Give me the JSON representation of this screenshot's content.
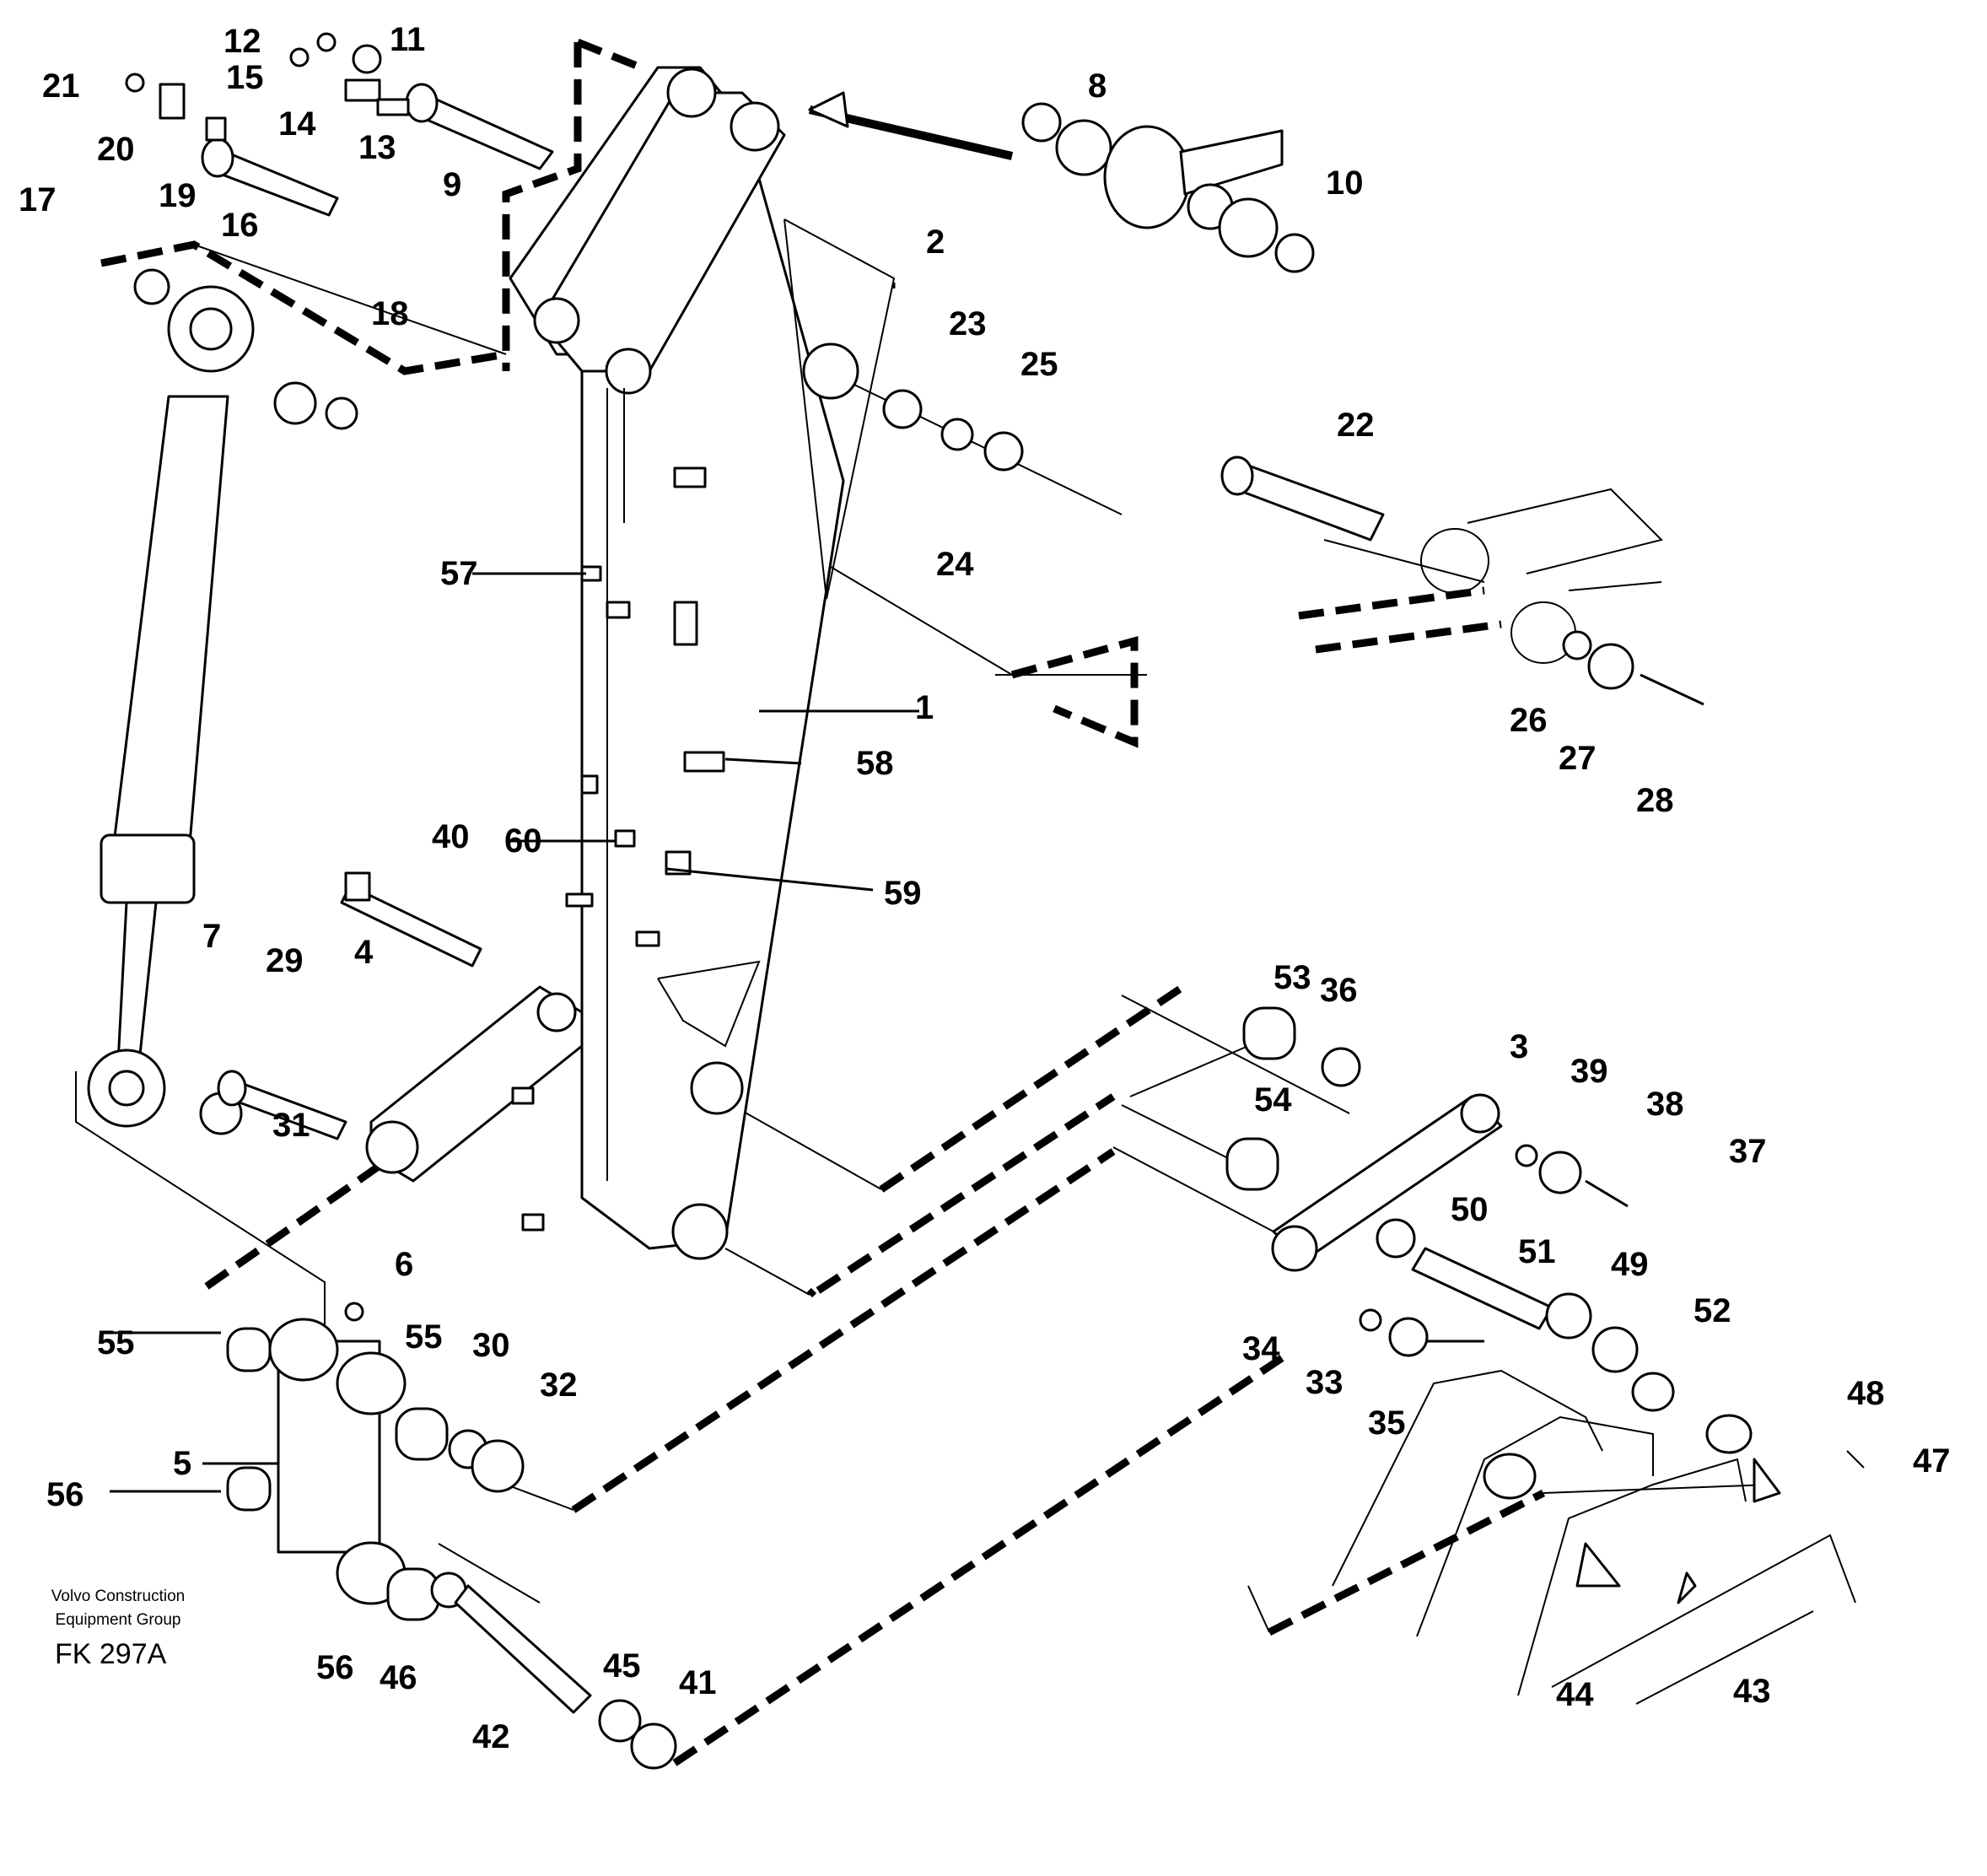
{
  "caption": {
    "line1": "Volvo Construction",
    "line2": "Equipment Group",
    "code": "FK 297A"
  },
  "callouts": {
    "c1": "1",
    "c2": "2",
    "c3": "3",
    "c4": "4",
    "c5": "5",
    "c6": "6",
    "c7": "7",
    "c8": "8",
    "c9": "9",
    "c10": "10",
    "c11": "11",
    "c12": "12",
    "c13": "13",
    "c14": "14",
    "c15": "15",
    "c16": "16",
    "c17": "17",
    "c18": "18",
    "c19": "19",
    "c20": "20",
    "c21": "21",
    "c22": "22",
    "c23": "23",
    "c24": "24",
    "c25": "25",
    "c26": "26",
    "c27": "27",
    "c28": "28",
    "c29": "29",
    "c30": "30",
    "c31": "31",
    "c32": "32",
    "c33": "33",
    "c34": "34",
    "c35": "35",
    "c36": "36",
    "c37": "37",
    "c38": "38",
    "c39": "39",
    "c40": "40",
    "c41": "41",
    "c42": "42",
    "c43": "43",
    "c44": "44",
    "c45": "45",
    "c46": "46",
    "c47": "47",
    "c48": "48",
    "c49": "49",
    "c50": "50",
    "c51": "51",
    "c52": "52",
    "c53": "53",
    "c54": "54",
    "c55a": "55",
    "c55b": "55",
    "c56a": "56",
    "c56b": "56",
    "c57": "57",
    "c58": "58",
    "c59": "59",
    "c60": "60"
  }
}
